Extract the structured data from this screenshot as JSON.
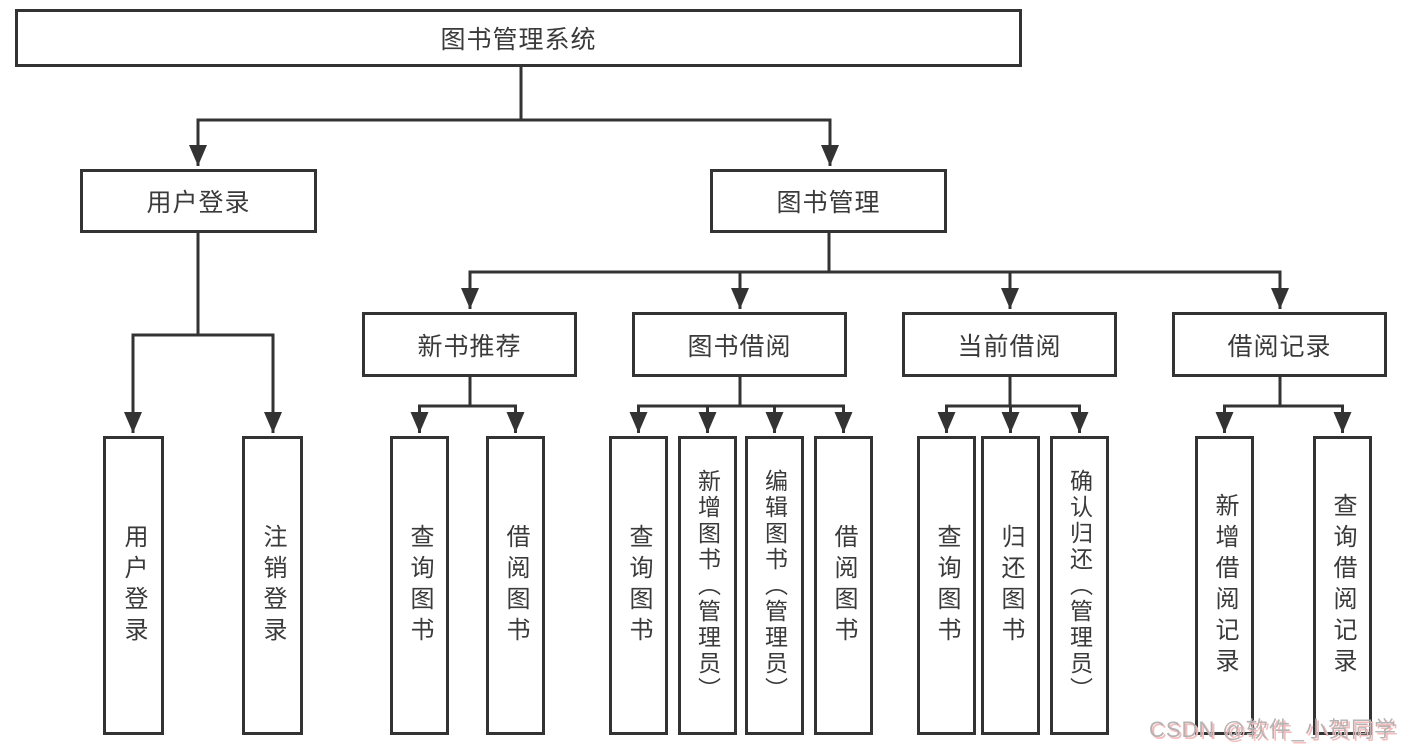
{
  "diagram": {
    "title": "图书管理系统",
    "tree": {
      "root": "图书管理系统",
      "branches": [
        {
          "label": "用户登录",
          "children": [
            "用户登录",
            "注销登录"
          ]
        },
        {
          "label": "图书管理",
          "groups": [
            {
              "label": "新书推荐",
              "children": [
                "查询图书",
                "借阅图书"
              ]
            },
            {
              "label": "图书借阅",
              "children": [
                "查询图书",
                "新增图书（管理员）",
                "编辑图书（管理员）",
                "借阅图书"
              ]
            },
            {
              "label": "当前借阅",
              "children": [
                "查询图书",
                "归还图书",
                "确认归还（管理员）"
              ]
            },
            {
              "label": "借阅记录",
              "children": [
                "新增借阅记录",
                "查询借阅记录"
              ]
            }
          ]
        }
      ]
    },
    "colors": {
      "line": "#333333",
      "text": "#3a3a3a",
      "background": "#ffffff",
      "watermark_text": "#b3b3b3",
      "watermark_shadow": "#f7baba"
    }
  },
  "watermark": {
    "text": "CSDN @软件_小贺同学"
  }
}
